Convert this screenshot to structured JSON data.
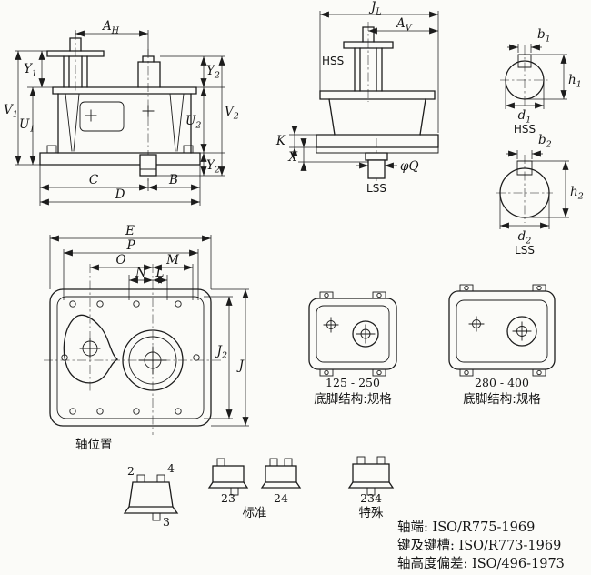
{
  "side_view": {
    "dim_ah": {
      "base": "A",
      "sub": "H"
    },
    "dim_y1": {
      "base": "Y",
      "sub": "1"
    },
    "dim_v1": {
      "base": "V",
      "sub": "1"
    },
    "dim_u1": {
      "base": "U",
      "sub": "1"
    },
    "dim_y2_top": {
      "base": "Y",
      "sub": "2"
    },
    "dim_u2": {
      "base": "U",
      "sub": "2"
    },
    "dim_v2": {
      "base": "V",
      "sub": "2"
    },
    "dim_y2_bottom": {
      "base": "Y",
      "sub": "2"
    },
    "dim_c": "C",
    "dim_b": "B",
    "dim_d": "D"
  },
  "front_view": {
    "dim_jl": {
      "base": "J",
      "sub": "L"
    },
    "dim_av": {
      "base": "A",
      "sub": "V"
    },
    "hss_label": "HSS",
    "lss_label": "LSS",
    "dim_k": "K",
    "dim_x": "X",
    "dim_phi_q": "φQ"
  },
  "hss_shaft_section": {
    "dim_b1": {
      "base": "b",
      "sub": "1"
    },
    "dim_h1": {
      "base": "h",
      "sub": "1"
    },
    "dim_d1": {
      "base": "d",
      "sub": "1"
    },
    "label": "HSS"
  },
  "lss_shaft_section": {
    "dim_b2": {
      "base": "b",
      "sub": "2"
    },
    "dim_h2": {
      "base": "h",
      "sub": "2"
    },
    "dim_d2": {
      "base": "d",
      "sub": "2"
    },
    "label": "LSS"
  },
  "top_view": {
    "dim_e": "E",
    "dim_p": "P",
    "dim_o": "O",
    "dim_n": "N",
    "dim_l": "L",
    "dim_m": "M",
    "dim_j2": {
      "base": "J",
      "sub": "2"
    },
    "dim_j": {
      "base": "J",
      "sub": ""
    },
    "caption": "轴位置"
  },
  "foot_structures": {
    "small": {
      "range": "125 - 250",
      "caption": "底脚结构:规格"
    },
    "large": {
      "range": "280 - 400",
      "caption": "底脚结构:规格"
    }
  },
  "shaft_positions": {
    "pos_2": "2",
    "pos_4": "4",
    "pos_3": "3",
    "arrangement_23": "23",
    "arrangement_24": "24",
    "standard_label": "标准",
    "arrangement_234": "234",
    "special_label": "特殊"
  },
  "standards_notes": [
    "轴端: ISO/R775-1969",
    "键及键槽: ISO/R773-1969",
    "轴高度偏差: ISO/496-1973"
  ]
}
